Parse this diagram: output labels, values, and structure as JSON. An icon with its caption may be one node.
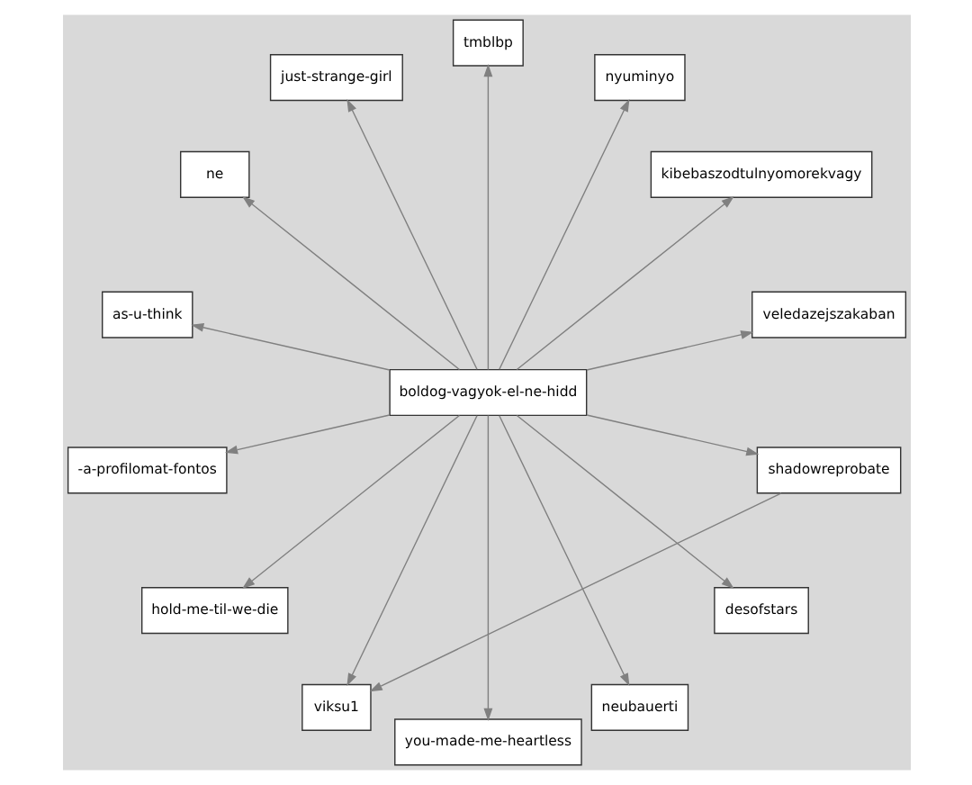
{
  "diagram": {
    "nodes": [
      {
        "text": [
          "boldog-vagyok-el-ne-hidd"
        ]
      },
      {
        "text": [
          "veledazejszakaban"
        ]
      },
      {
        "text": [
          "kibebaszodtulnyomorekvagy"
        ]
      },
      {
        "text": [
          "nyuminyo"
        ]
      },
      {
        "text": [
          "tmblbp"
        ]
      },
      {
        "text": [
          "just-strange-girl"
        ]
      },
      {
        "text": [
          "ne"
        ]
      },
      {
        "text": [
          "as-u-think"
        ]
      },
      {
        "text": [
          "-a-profilomat-fontos"
        ]
      },
      {
        "text": [
          "hold-me-til-we-die"
        ]
      },
      {
        "text": [
          "viksu1"
        ]
      },
      {
        "text": [
          "you-made-me-heartless"
        ]
      },
      {
        "text": [
          "neubauerti"
        ]
      },
      {
        "text": [
          "desofstars"
        ]
      },
      {
        "text": [
          "shadowreprobate"
        ]
      }
    ],
    "edges": [
      {
        "from": 0,
        "to": 1,
        "arrow": "to"
      },
      {
        "from": 0,
        "to": 2,
        "arrow": "to"
      },
      {
        "from": 0,
        "to": 3,
        "arrow": "to"
      },
      {
        "from": 0,
        "to": 4,
        "arrow": "to"
      },
      {
        "from": 0,
        "to": 5,
        "arrow": "to"
      },
      {
        "from": 0,
        "to": 6,
        "arrow": "to"
      },
      {
        "from": 0,
        "to": 7,
        "arrow": "to"
      },
      {
        "from": 0,
        "to": 8,
        "arrow": "to"
      },
      {
        "from": 0,
        "to": 9,
        "arrow": "to"
      },
      {
        "from": 0,
        "to": 10,
        "arrow": "to"
      },
      {
        "from": 0,
        "to": 11,
        "arrow": "to"
      },
      {
        "from": 0,
        "to": 12,
        "arrow": "to"
      },
      {
        "from": 0,
        "to": 13,
        "arrow": "to"
      },
      {
        "from": 0,
        "to": 14,
        "arrow": "to"
      },
      {
        "from": 14,
        "to": 10,
        "arrow": "to"
      }
    ]
  }
}
